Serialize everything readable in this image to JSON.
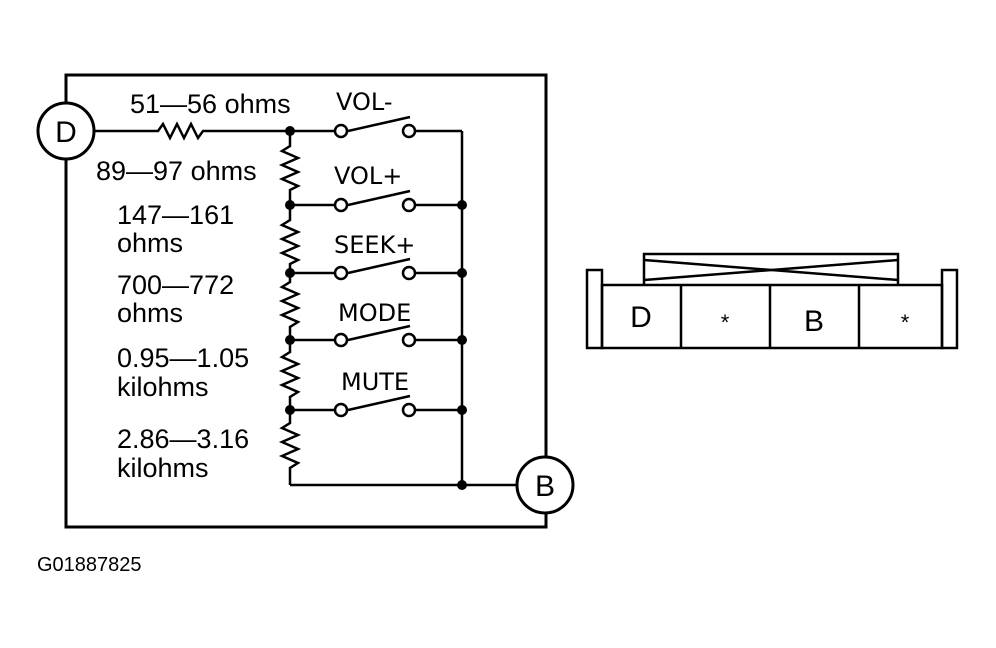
{
  "terminals": {
    "left": "D",
    "right": "B"
  },
  "resistors": [
    {
      "label": "51—56 ohms"
    },
    {
      "label": "89—97 ohms"
    },
    {
      "line1": "147—161",
      "line2": "ohms"
    },
    {
      "line1": "700—772",
      "line2": "ohms"
    },
    {
      "line1": "0.95—1.05",
      "line2": "kilohms"
    },
    {
      "line1": "2.86—3.16",
      "line2": "kilohms"
    }
  ],
  "switches": [
    "VOL-",
    "VOL+",
    "SEEK+",
    "MODE",
    "MUTE"
  ],
  "connector": {
    "pins": [
      "D",
      "*",
      "B",
      "*"
    ]
  },
  "figure_id": "G01887825"
}
